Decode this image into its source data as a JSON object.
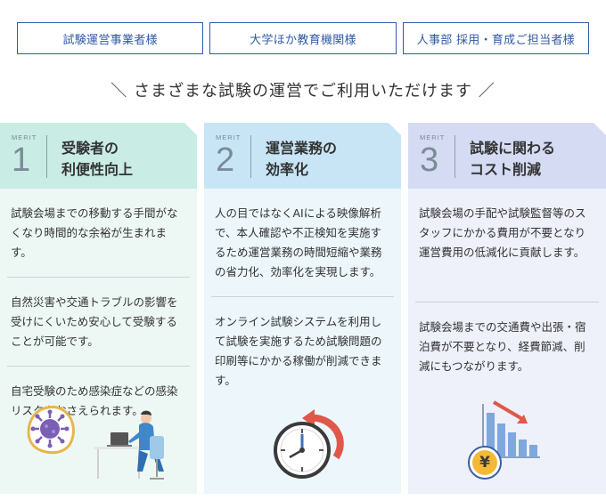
{
  "tabs": [
    {
      "label": "試験運営事業者様"
    },
    {
      "label": "大学ほか教育機関様"
    },
    {
      "label": "人事部 採用・育成ご担当者様"
    }
  ],
  "headline": "＼ さまざまな試験の運営でご利用いただけます ／",
  "merits": [
    {
      "tag": "MERIT",
      "number": "1",
      "title": "受験者の\n利便性向上",
      "paragraphs": [
        "試験会場までの移動する手間がなくなり時間的な余裕が生まれます。",
        "自然災害や交通トラブルの影響を受けにくいため安心して受験することが可能です。",
        "自宅受験のため感染症などの感染リスクをおさえられます。"
      ],
      "illustration": "virus-and-remote-worker-icon"
    },
    {
      "tag": "MERIT",
      "number": "2",
      "title": "運営業務の\n効率化",
      "paragraphs": [
        "人の目ではなくAIによる映像解析で、本人確認や不正検知を実施するため運営業務の時間短縮や業務の省力化、効率化を実現します。",
        "オンライン試験システムを利用して試験を実施するため試験問題の印刷等にかかる稼働が削減できます。"
      ],
      "illustration": "stopwatch-icon"
    },
    {
      "tag": "MERIT",
      "number": "3",
      "title": "試験に関わる\nコスト削減",
      "paragraphs": [
        "試験会場の手配や試験監督等のスタッフにかかる費用が不要となり運営費用の低減化に貢献します。",
        "試験会場までの交通費や出張・宿泊費が不要となり、経費節減、削減にもつながります。"
      ],
      "illustration": "yen-cost-down-chart-icon",
      "yen_symbol": "¥"
    }
  ]
}
